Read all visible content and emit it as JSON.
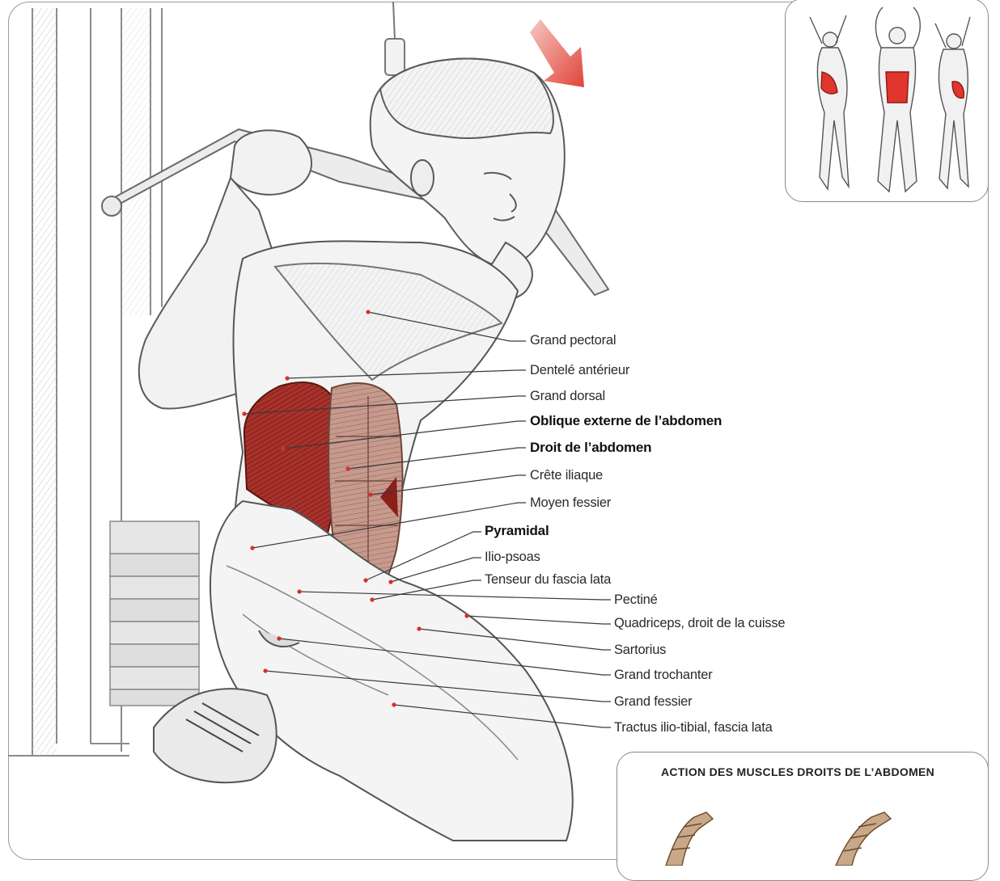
{
  "labels": [
    {
      "text": "Grand pectoral",
      "bold": false
    },
    {
      "text": "Dentelé antérieur",
      "bold": false
    },
    {
      "text": "Grand dorsal",
      "bold": false
    },
    {
      "text": "Oblique externe de l’abdomen",
      "bold": true
    },
    {
      "text": "Droit de l’abdomen",
      "bold": true
    },
    {
      "text": "Crête iliaque",
      "bold": false
    },
    {
      "text": "Moyen fessier",
      "bold": false
    },
    {
      "text": "Pyramidal",
      "bold": true
    },
    {
      "text": "Ilio-psoas",
      "bold": false
    },
    {
      "text": "Tenseur du fascia lata",
      "bold": false
    },
    {
      "text": "Pectiné",
      "bold": false
    },
    {
      "text": "Quadriceps, droit de la cuisse",
      "bold": false
    },
    {
      "text": "Sartorius",
      "bold": false
    },
    {
      "text": "Grand trochanter",
      "bold": false
    },
    {
      "text": "Grand fessier",
      "bold": false
    },
    {
      "text": "Tractus ilio-tibial, fascia lata",
      "bold": false
    }
  ],
  "action_box": {
    "title": "ACTION DES MUSCLES DROITS DE L’ABDOMEN"
  },
  "colors": {
    "muscle_highlight": "#b0342f",
    "arrow": "#e0443a",
    "leader_dot": "#d6302a",
    "line": "#3a3a3a",
    "sketch": "#6e6e6e"
  }
}
